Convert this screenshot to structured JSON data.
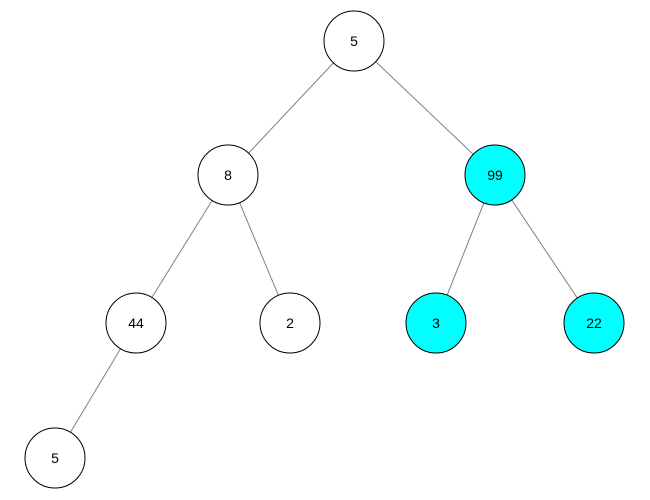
{
  "tree": {
    "nodes": [
      {
        "id": "n1",
        "value": "5",
        "highlighted": false
      },
      {
        "id": "n2",
        "value": "8",
        "highlighted": false
      },
      {
        "id": "n3",
        "value": "99",
        "highlighted": true
      },
      {
        "id": "n4",
        "value": "44",
        "highlighted": false
      },
      {
        "id": "n5",
        "value": "2",
        "highlighted": false
      },
      {
        "id": "n6",
        "value": "3",
        "highlighted": true
      },
      {
        "id": "n7",
        "value": "22",
        "highlighted": true
      },
      {
        "id": "n8",
        "value": "5",
        "highlighted": false
      }
    ],
    "edges": [
      {
        "from": "n1",
        "to": "n2"
      },
      {
        "from": "n1",
        "to": "n3"
      },
      {
        "from": "n2",
        "to": "n4"
      },
      {
        "from": "n2",
        "to": "n5"
      },
      {
        "from": "n3",
        "to": "n6"
      },
      {
        "from": "n3",
        "to": "n7"
      },
      {
        "from": "n4",
        "to": "n8"
      }
    ]
  },
  "colors": {
    "highlight": "#00ffff",
    "normal": "#ffffff",
    "edge": "#808080",
    "outline": "#000000"
  }
}
